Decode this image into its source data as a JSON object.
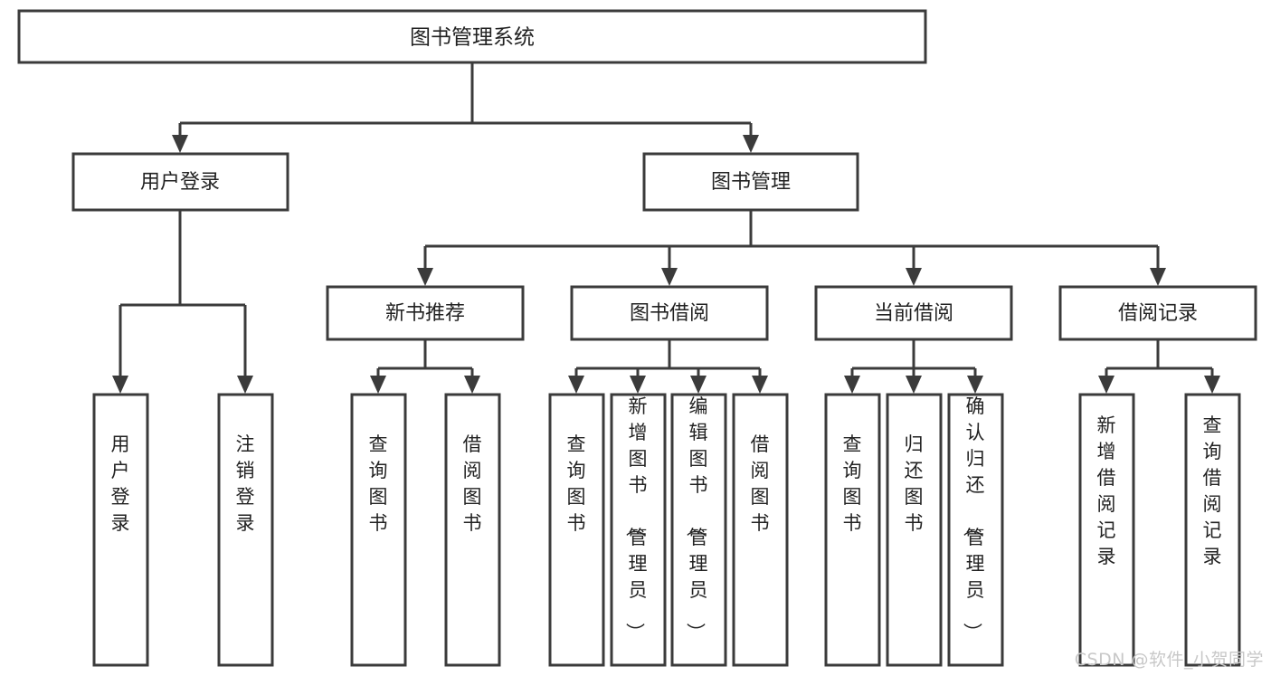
{
  "diagram": {
    "type": "tree",
    "title": "图书管理系统",
    "watermark": "CSDN @软件_小贺同学",
    "colors": {
      "background": "#ffffff",
      "box_fill": "#ffffff",
      "box_stroke": "#3b3b3b",
      "text": "#222222",
      "watermark": "#c8c8c8"
    },
    "root": {
      "label": "图书管理系统"
    },
    "level1": [
      {
        "label": "用户登录"
      },
      {
        "label": "图书管理"
      }
    ],
    "level2": [
      {
        "label": "新书推荐"
      },
      {
        "label": "图书借阅"
      },
      {
        "label": "当前借阅"
      },
      {
        "label": "借阅记录"
      }
    ],
    "leaves": {
      "user_login": [
        "用户登录",
        "注销登录"
      ],
      "new_book_recommend": [
        "查询图书",
        "借阅图书"
      ],
      "book_borrow": [
        "查询图书",
        "新增图书（管理员）",
        "编辑图书（管理员）",
        "借阅图书"
      ],
      "current_borrow": [
        "查询图书",
        "归还图书",
        "确认归还（管理员）"
      ],
      "borrow_record": [
        "新增借阅记录",
        "查询借阅记录"
      ]
    },
    "edges": [
      {
        "from": "图书管理系统",
        "to": "用户登录"
      },
      {
        "from": "图书管理系统",
        "to": "图书管理"
      },
      {
        "from": "图书管理",
        "to": "新书推荐"
      },
      {
        "from": "图书管理",
        "to": "图书借阅"
      },
      {
        "from": "图书管理",
        "to": "当前借阅"
      },
      {
        "from": "图书管理",
        "to": "借阅记录"
      },
      {
        "from": "用户登录",
        "to": "用户登录"
      },
      {
        "from": "用户登录",
        "to": "注销登录"
      },
      {
        "from": "新书推荐",
        "to": "查询图书"
      },
      {
        "from": "新书推荐",
        "to": "借阅图书"
      },
      {
        "from": "图书借阅",
        "to": "查询图书"
      },
      {
        "from": "图书借阅",
        "to": "新增图书（管理员）"
      },
      {
        "from": "图书借阅",
        "to": "编辑图书（管理员）"
      },
      {
        "from": "图书借阅",
        "to": "借阅图书"
      },
      {
        "from": "当前借阅",
        "to": "查询图书"
      },
      {
        "from": "当前借阅",
        "to": "归还图书"
      },
      {
        "from": "当前借阅",
        "to": "确认归还（管理员）"
      },
      {
        "from": "借阅记录",
        "to": "新增借阅记录"
      },
      {
        "from": "借阅记录",
        "to": "查询借阅记录"
      }
    ]
  }
}
